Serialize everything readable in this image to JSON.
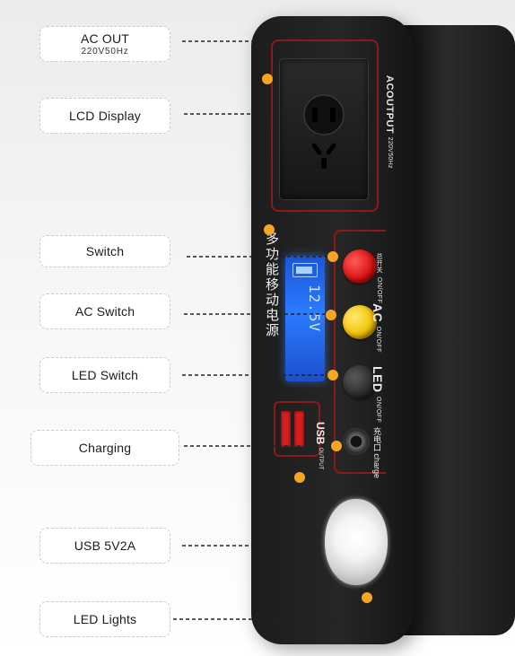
{
  "callouts": [
    {
      "main": "AC OUT",
      "sub": "220V50Hz"
    },
    {
      "main": "LCD Display"
    },
    {
      "main": "Switch"
    },
    {
      "main": "AC  Switch"
    },
    {
      "main": "LED Switch"
    },
    {
      "main": "Charging"
    },
    {
      "main": "USB 5V2A"
    },
    {
      "main": "LED Lights"
    }
  ],
  "device": {
    "ac_output_label": "ACOUTPUT",
    "ac_output_spec": "220V50Hz",
    "side_title": "多功能移动电源",
    "lcd_readout": "12.5V",
    "buttons": [
      {
        "label": "总开关",
        "sub": "ON/OFF",
        "color": "#d80f0f"
      },
      {
        "label": "AC",
        "sub": "ON/OFF",
        "color": "#f2c200"
      },
      {
        "label": "LED",
        "sub": "ON/OFF",
        "color": "#2a2a2a"
      }
    ],
    "usb_label": "USB",
    "usb_sub": "OUTPUT",
    "charge_label": "充电口",
    "charge_sub": "charge"
  },
  "colors": {
    "accent_dot": "#f5a623",
    "frame_red": "#8a1b1b"
  }
}
